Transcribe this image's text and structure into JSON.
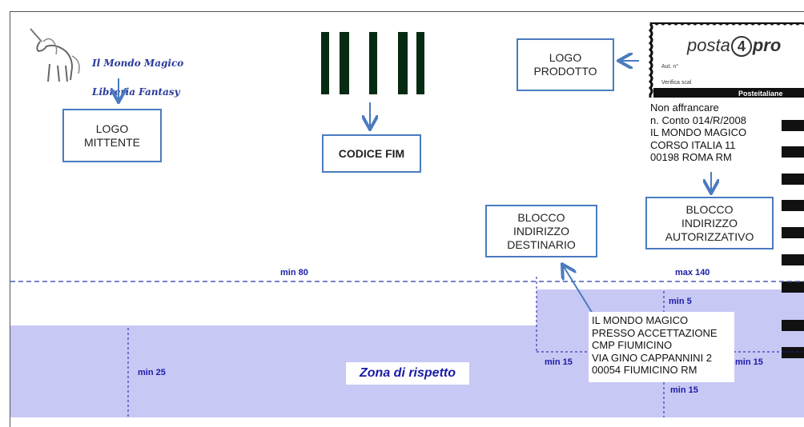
{
  "sender_logo": {
    "line1": "Il Mondo Magico",
    "line2": "Libreria Fantasy",
    "icon": "unicorn-icon"
  },
  "boxes": {
    "logo_mittente": "LOGO\nMITTENTE",
    "codice_fim": "CODICE FIM",
    "logo_prodotto": "LOGO\nPRODOTTO",
    "blocco_destinatario": "BLOCCO\nINDIRIZZO\nDESTINARIO",
    "blocco_autorizzativo": "BLOCCO\nINDIRIZZO\nAUTORIZZATIVO"
  },
  "stamp": {
    "brand": "posta",
    "digit": "4",
    "suffix": "pro",
    "aut_label": "Aut. n°",
    "verifica_label": "Verifica scal",
    "footer": "Posteitaliane"
  },
  "authorization_block": "Non affrancare\nn. Conto 014/R/2008\nIL MONDO MAGICO\nCORSO ITALIA 11\n00198 ROMA RM",
  "recipient_address": "IL MONDO MAGICO\nPRESSO ACCETTAZIONE\nCMP FIUMICINO\nVIA GINO CAPPANNINI 2\n00054 FIUMICINO RM",
  "measures": {
    "min80": "min 80",
    "max140": "max 140",
    "min5": "min 5",
    "min15_left": "min 15",
    "min15_right": "min 15",
    "min15_bottom": "min 15",
    "min25": "min 25"
  },
  "zone_label": "Zona di rispetto",
  "colors": {
    "box_border": "#4a7bbf",
    "zone_fill": "#c8c8f5",
    "label_blue": "#1a1aa8",
    "barcode": "#062b12"
  }
}
